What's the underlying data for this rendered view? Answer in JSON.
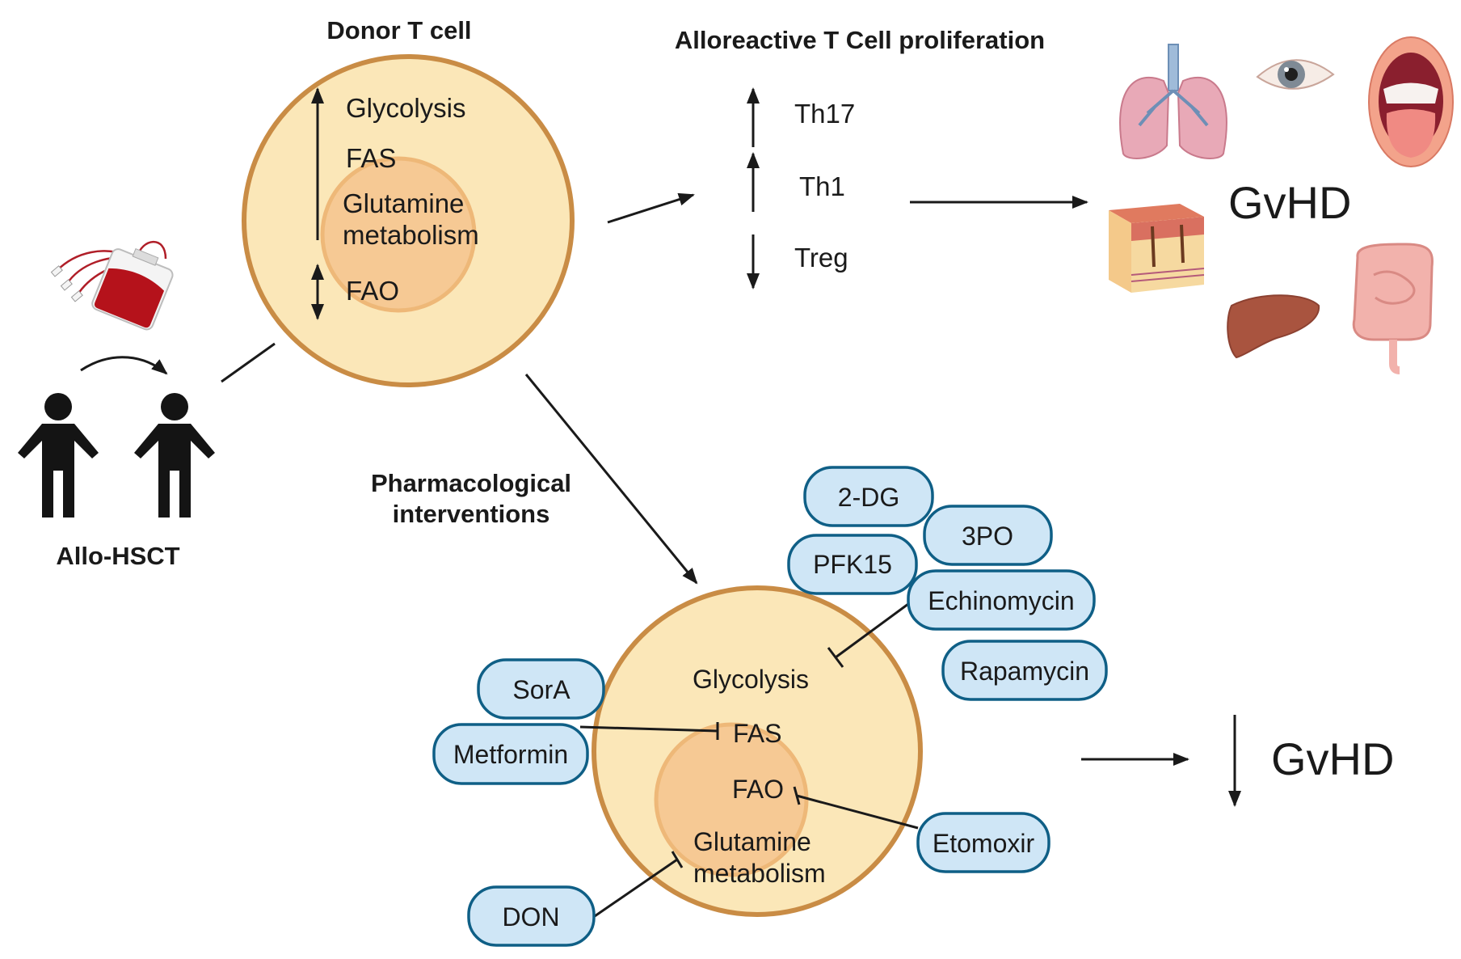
{
  "titles": {
    "donor_t_cell": "Donor T cell",
    "proliferation": "Alloreactive T Cell proliferation",
    "pharmacological_line1": "Pharmacological",
    "pharmacological_line2": "interventions",
    "allo_hsct": "Allo-HSCT"
  },
  "donor_cell": {
    "glycolysis": "Glycolysis",
    "fas": "FAS",
    "glutamine_line1": "Glutamine",
    "glutamine_line2": "metabolism",
    "fao": "FAO"
  },
  "subsets": {
    "th17": "Th17",
    "th1": "Th1",
    "treg": "Treg"
  },
  "outcome": {
    "gvhd_top": "GvHD",
    "gvhd_bottom": "GvHD"
  },
  "treated_cell": {
    "glycolysis": "Glycolysis",
    "fas": "FAS",
    "fao": "FAO",
    "glutamine_line1": "Glutamine",
    "glutamine_line2": "metabolism"
  },
  "drugs": {
    "two_dg": "2-DG",
    "three_po": "3PO",
    "pfk15": "PFK15",
    "echinomycin": "Echinomycin",
    "rapamycin": "Rapamycin",
    "sora": "SorA",
    "metformin": "Metformin",
    "etomoxir": "Etomoxir",
    "don": "DON"
  },
  "colors": {
    "cell_fill": "#fbe7b8",
    "cell_border": "#c98c45",
    "nucleus_fill": "#f6c994",
    "nucleus_border": "#eeb878",
    "drug_fill": "#cfe6f6",
    "drug_border": "#0f5f86"
  },
  "icons": [
    "blood-bag-icon",
    "person-icon",
    "lungs-icon",
    "eye-icon",
    "mouth-icon",
    "skin-icon",
    "liver-icon",
    "intestine-icon"
  ]
}
